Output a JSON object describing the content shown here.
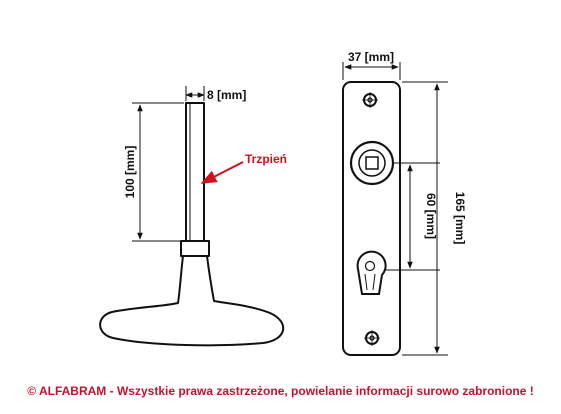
{
  "colors": {
    "line": "#111111",
    "accent": "#d0101a",
    "copyright": "#c8102e"
  },
  "left_drawing": {
    "spindle_width_label": "8 [mm]",
    "spindle_length_label": "100 [mm]",
    "callout_label": "Trzpień"
  },
  "right_drawing": {
    "plate_width_label": "37 [mm]",
    "spacing_label": "60 [mm]",
    "plate_height_label": "165 [mm]"
  },
  "footer": {
    "copyright": "© ALFABRAM - Wszystkie prawa zastrzeżone, powielanie informacji surowo zabronione !"
  }
}
